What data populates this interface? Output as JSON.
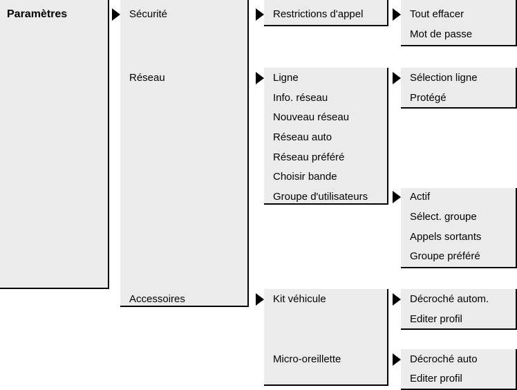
{
  "menu": {
    "root": "Paramètres",
    "level1": [
      "Sécurité",
      "Réseau",
      "Accessoires"
    ],
    "securite": {
      "items": [
        "Restrictions d'appel"
      ],
      "restrictions": [
        "Tout effacer",
        "Mot de passe"
      ]
    },
    "reseau": {
      "items": [
        "Ligne",
        "Info. réseau",
        "Nouveau réseau",
        "Réseau auto",
        "Réseau préféré",
        "Choisir bande",
        "Groupe d'utilisateurs"
      ],
      "ligne": [
        "Sélection ligne",
        "Protégé"
      ],
      "groupe": [
        "Actif",
        "Sélect. groupe",
        "Appels sortants",
        "Groupe préféré"
      ]
    },
    "accessoires": {
      "items": [
        "Kit véhicule",
        "Micro-oreillette"
      ],
      "kit": [
        "Décroché autom.",
        "Editer profil"
      ],
      "micro": [
        "Décroché auto",
        "Editer profil"
      ]
    }
  }
}
